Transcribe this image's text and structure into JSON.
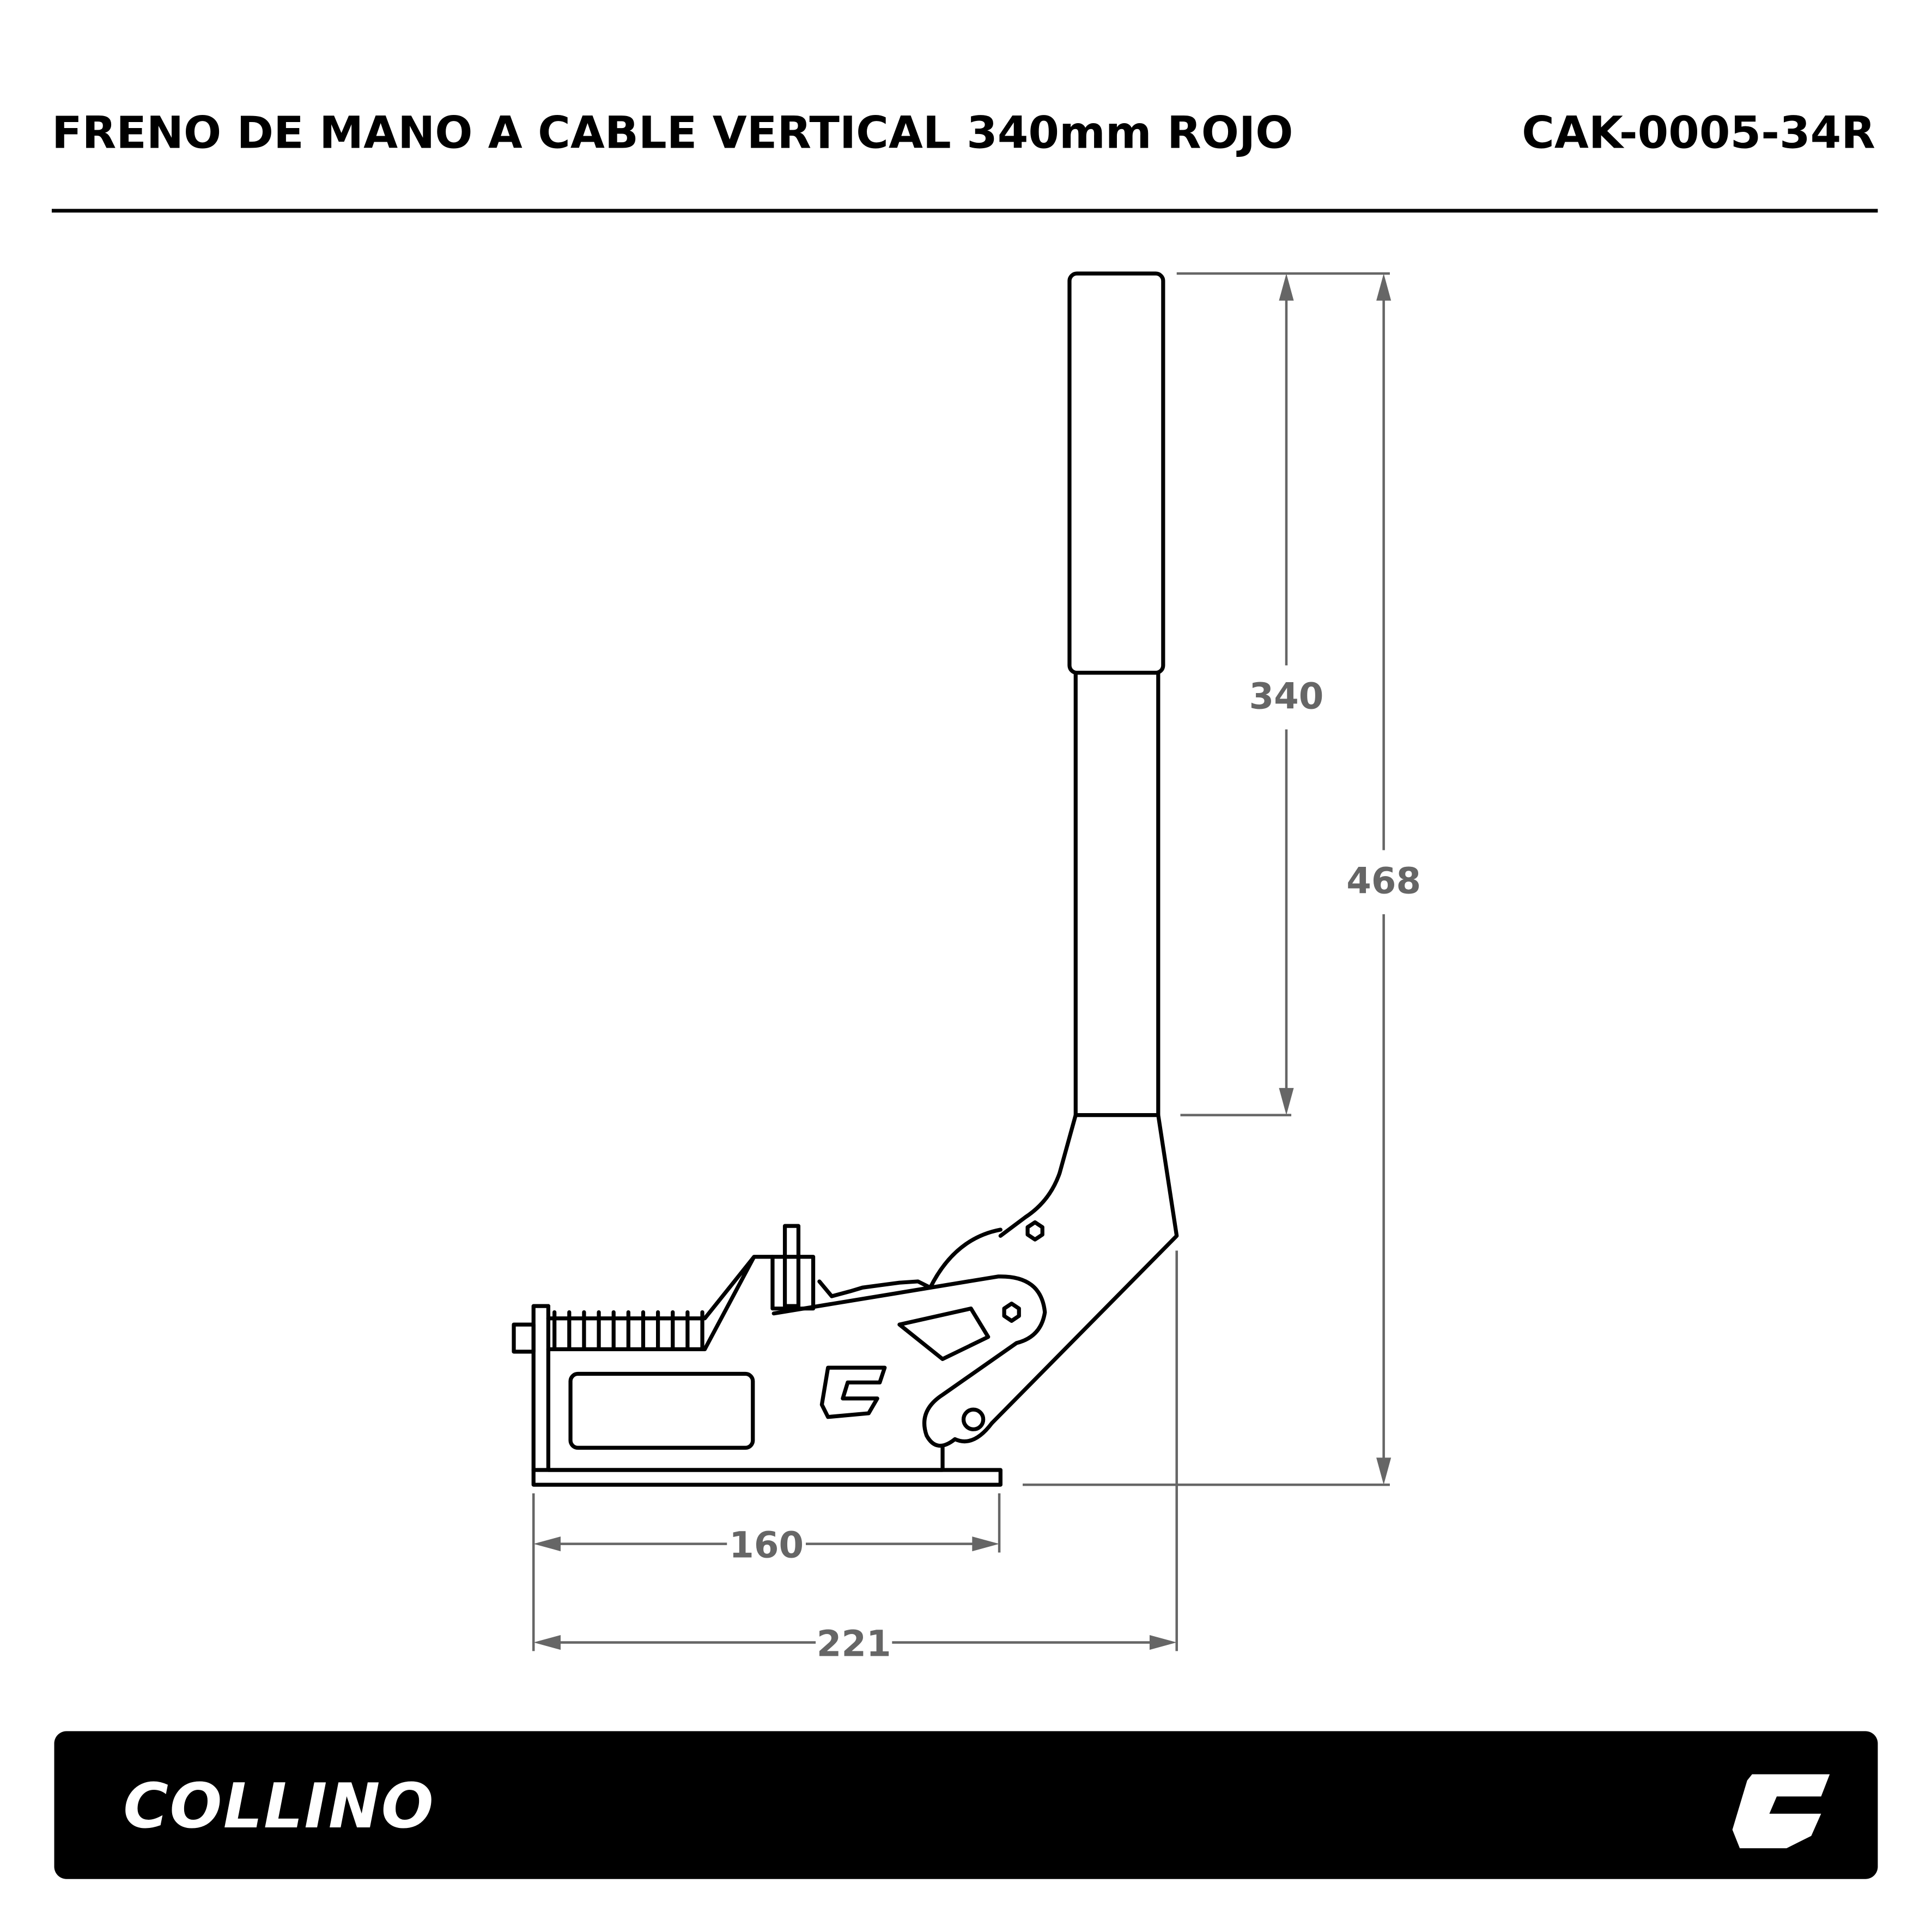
{
  "header": {
    "title": "FRENO DE MANO A CABLE VERTICAL 340mm ROJO",
    "code": "CAK-0005-34R"
  },
  "dimensions": {
    "lever_height": "340",
    "total_height": "468",
    "base_length": "160",
    "total_length": "221"
  },
  "footer": {
    "brand": "COLLINO",
    "logo_icon": "collino-c-logo"
  },
  "colors": {
    "ink": "#000000",
    "dimension": "#666666",
    "footer_bg": "#000000"
  }
}
